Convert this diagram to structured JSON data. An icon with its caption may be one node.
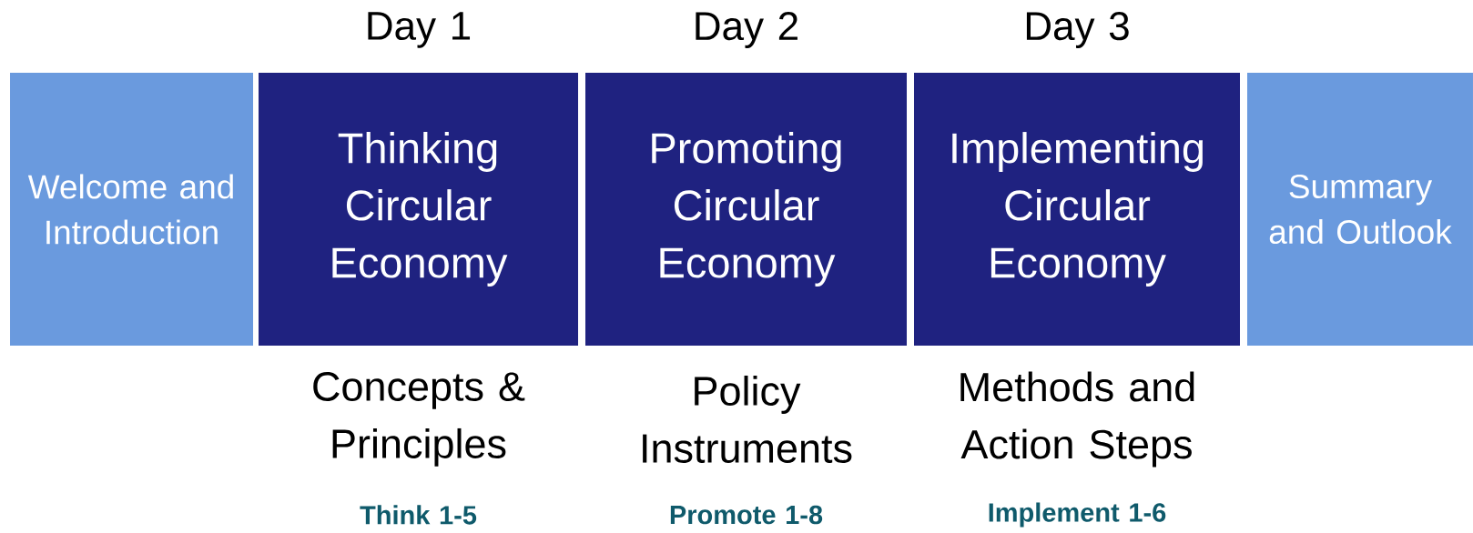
{
  "diagram": {
    "nodes": [
      {
        "text": [
          "Welcome and Introduction"
        ]
      },
      {
        "text": [
          "Thinking Circular Economy"
        ],
        "beside": [
          "Day 1",
          "Concepts & Principles",
          "Think 1-5"
        ]
      },
      {
        "text": [
          "Promoting Circular Economy"
        ],
        "beside": [
          "Day 2",
          "Policy Instruments",
          "Promote 1-8"
        ]
      },
      {
        "text": [
          "Implementing Circular Economy"
        ],
        "beside": [
          "Day 3",
          "Methods and Action Steps",
          "Implement 1-6"
        ]
      },
      {
        "text": [
          "Summary and Outlook"
        ]
      }
    ]
  }
}
